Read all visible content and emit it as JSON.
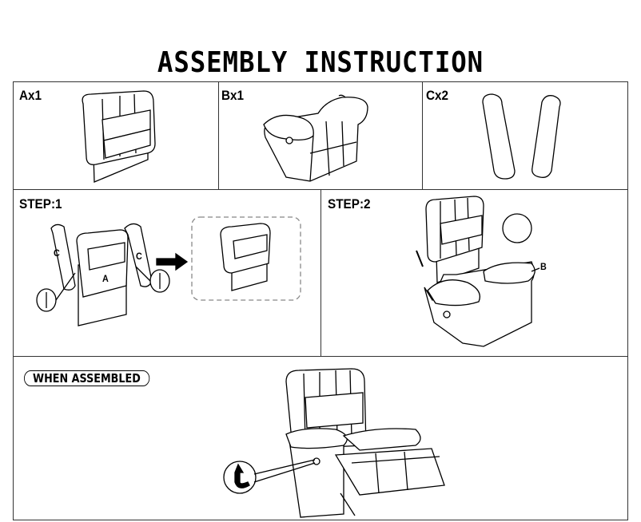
{
  "title": "ASSEMBLY INSTRUCTION",
  "parts": [
    {
      "label": "Ax1"
    },
    {
      "label": "Bx1"
    },
    {
      "label": "Cx2"
    }
  ],
  "steps": [
    {
      "label": "STEP:1",
      "callouts": [
        "C",
        "A",
        "C"
      ]
    },
    {
      "label": "STEP:2",
      "callouts": [
        "B"
      ]
    }
  ],
  "assembled": {
    "label": "WHEN ASSEMBLED"
  }
}
